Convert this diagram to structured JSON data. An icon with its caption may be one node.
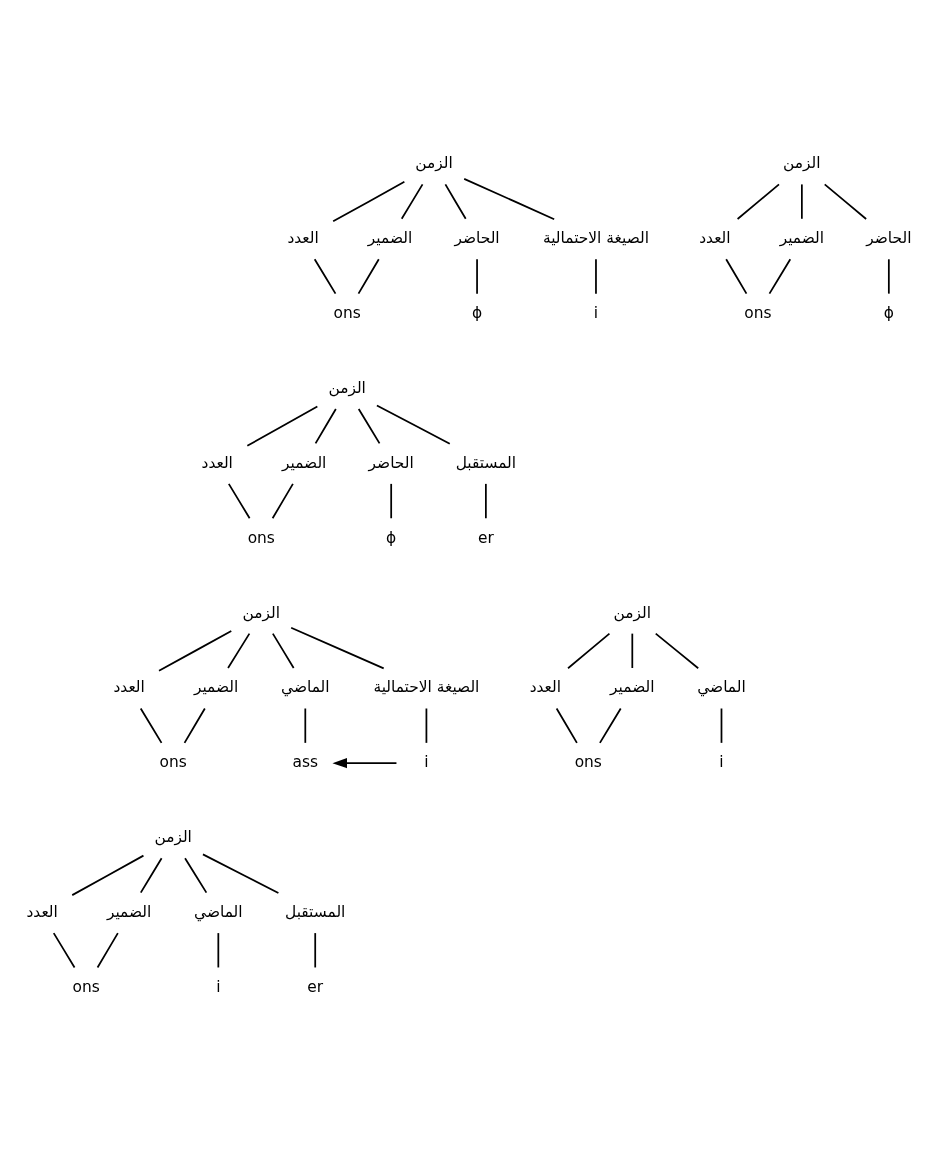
{
  "diagram": {
    "nodes": [
      {
        "text": [
          "الزمن"
        ]
      },
      {
        "text": [
          "العدد"
        ]
      },
      {
        "text": [
          "الضمير"
        ]
      },
      {
        "text": [
          "الحاضر"
        ]
      },
      {
        "text": [
          "الصيغة الاحتمالية"
        ]
      },
      {
        "text": [
          "ons"
        ]
      },
      {
        "text": [
          "ϕ"
        ]
      },
      {
        "text": [
          "i"
        ]
      },
      {
        "text": [
          "الزمن"
        ]
      },
      {
        "text": [
          "العدد"
        ]
      },
      {
        "text": [
          "الضمير"
        ]
      },
      {
        "text": [
          "الحاضر"
        ]
      },
      {
        "text": [
          "ons"
        ]
      },
      {
        "text": [
          "ϕ"
        ]
      },
      {
        "text": [
          "الزمن"
        ]
      },
      {
        "text": [
          "العدد"
        ]
      },
      {
        "text": [
          "الضمير"
        ]
      },
      {
        "text": [
          "الحاضر"
        ]
      },
      {
        "text": [
          "المستقبل"
        ]
      },
      {
        "text": [
          "ons"
        ]
      },
      {
        "text": [
          "ϕ"
        ]
      },
      {
        "text": [
          "er"
        ]
      },
      {
        "text": [
          "الزمن"
        ]
      },
      {
        "text": [
          "العدد"
        ]
      },
      {
        "text": [
          "الضمير"
        ]
      },
      {
        "text": [
          "الماضي"
        ]
      },
      {
        "text": [
          "الصيغة الاحتمالية"
        ]
      },
      {
        "text": [
          "ons"
        ]
      },
      {
        "text": [
          "ass"
        ]
      },
      {
        "text": [
          "i"
        ]
      },
      {
        "text": [
          "الزمن"
        ]
      },
      {
        "text": [
          "العدد"
        ]
      },
      {
        "text": [
          "الضمير"
        ]
      },
      {
        "text": [
          "الماضي"
        ]
      },
      {
        "text": [
          "ons"
        ]
      },
      {
        "text": [
          "i"
        ]
      },
      {
        "text": [
          "الزمن"
        ]
      },
      {
        "text": [
          "العدد"
        ]
      },
      {
        "text": [
          "الضمير"
        ]
      },
      {
        "text": [
          "الماضي"
        ]
      },
      {
        "text": [
          "المستقبل"
        ]
      },
      {
        "text": [
          "ons"
        ]
      },
      {
        "text": [
          "i"
        ]
      },
      {
        "text": [
          "er"
        ]
      }
    ],
    "edges": [
      {
        "from": 0,
        "to": 1,
        "arrow": "none"
      },
      {
        "from": 0,
        "to": 2,
        "arrow": "none"
      },
      {
        "from": 0,
        "to": 3,
        "arrow": "none"
      },
      {
        "from": 0,
        "to": 4,
        "arrow": "none"
      },
      {
        "from": 1,
        "to": 5,
        "arrow": "none"
      },
      {
        "from": 2,
        "to": 5,
        "arrow": "none"
      },
      {
        "from": 3,
        "to": 6,
        "arrow": "none"
      },
      {
        "from": 4,
        "to": 7,
        "arrow": "none"
      },
      {
        "from": 8,
        "to": 9,
        "arrow": "none"
      },
      {
        "from": 8,
        "to": 10,
        "arrow": "none"
      },
      {
        "from": 8,
        "to": 11,
        "arrow": "none"
      },
      {
        "from": 9,
        "to": 12,
        "arrow": "none"
      },
      {
        "from": 10,
        "to": 12,
        "arrow": "none"
      },
      {
        "from": 11,
        "to": 13,
        "arrow": "none"
      },
      {
        "from": 14,
        "to": 15,
        "arrow": "none"
      },
      {
        "from": 14,
        "to": 16,
        "arrow": "none"
      },
      {
        "from": 14,
        "to": 17,
        "arrow": "none"
      },
      {
        "from": 14,
        "to": 18,
        "arrow": "none"
      },
      {
        "from": 15,
        "to": 19,
        "arrow": "none"
      },
      {
        "from": 16,
        "to": 19,
        "arrow": "none"
      },
      {
        "from": 17,
        "to": 20,
        "arrow": "none"
      },
      {
        "from": 18,
        "to": 21,
        "arrow": "none"
      },
      {
        "from": 22,
        "to": 23,
        "arrow": "none"
      },
      {
        "from": 22,
        "to": 24,
        "arrow": "none"
      },
      {
        "from": 22,
        "to": 25,
        "arrow": "none"
      },
      {
        "from": 22,
        "to": 26,
        "arrow": "none"
      },
      {
        "from": 23,
        "to": 27,
        "arrow": "none"
      },
      {
        "from": 24,
        "to": 27,
        "arrow": "none"
      },
      {
        "from": 25,
        "to": 28,
        "arrow": "none"
      },
      {
        "from": 26,
        "to": 29,
        "arrow": "none"
      },
      {
        "from": 29,
        "to": 28,
        "arrow": "to"
      },
      {
        "from": 30,
        "to": 31,
        "arrow": "none"
      },
      {
        "from": 30,
        "to": 32,
        "arrow": "none"
      },
      {
        "from": 30,
        "to": 33,
        "arrow": "none"
      },
      {
        "from": 31,
        "to": 34,
        "arrow": "none"
      },
      {
        "from": 32,
        "to": 34,
        "arrow": "none"
      },
      {
        "from": 33,
        "to": 35,
        "arrow": "none"
      },
      {
        "from": 36,
        "to": 37,
        "arrow": "none"
      },
      {
        "from": 36,
        "to": 38,
        "arrow": "none"
      },
      {
        "from": 36,
        "to": 39,
        "arrow": "none"
      },
      {
        "from": 36,
        "to": 40,
        "arrow": "none"
      },
      {
        "from": 37,
        "to": 41,
        "arrow": "none"
      },
      {
        "from": 38,
        "to": 41,
        "arrow": "none"
      },
      {
        "from": 39,
        "to": 42,
        "arrow": "none"
      },
      {
        "from": 40,
        "to": 43,
        "arrow": "none"
      }
    ]
  }
}
